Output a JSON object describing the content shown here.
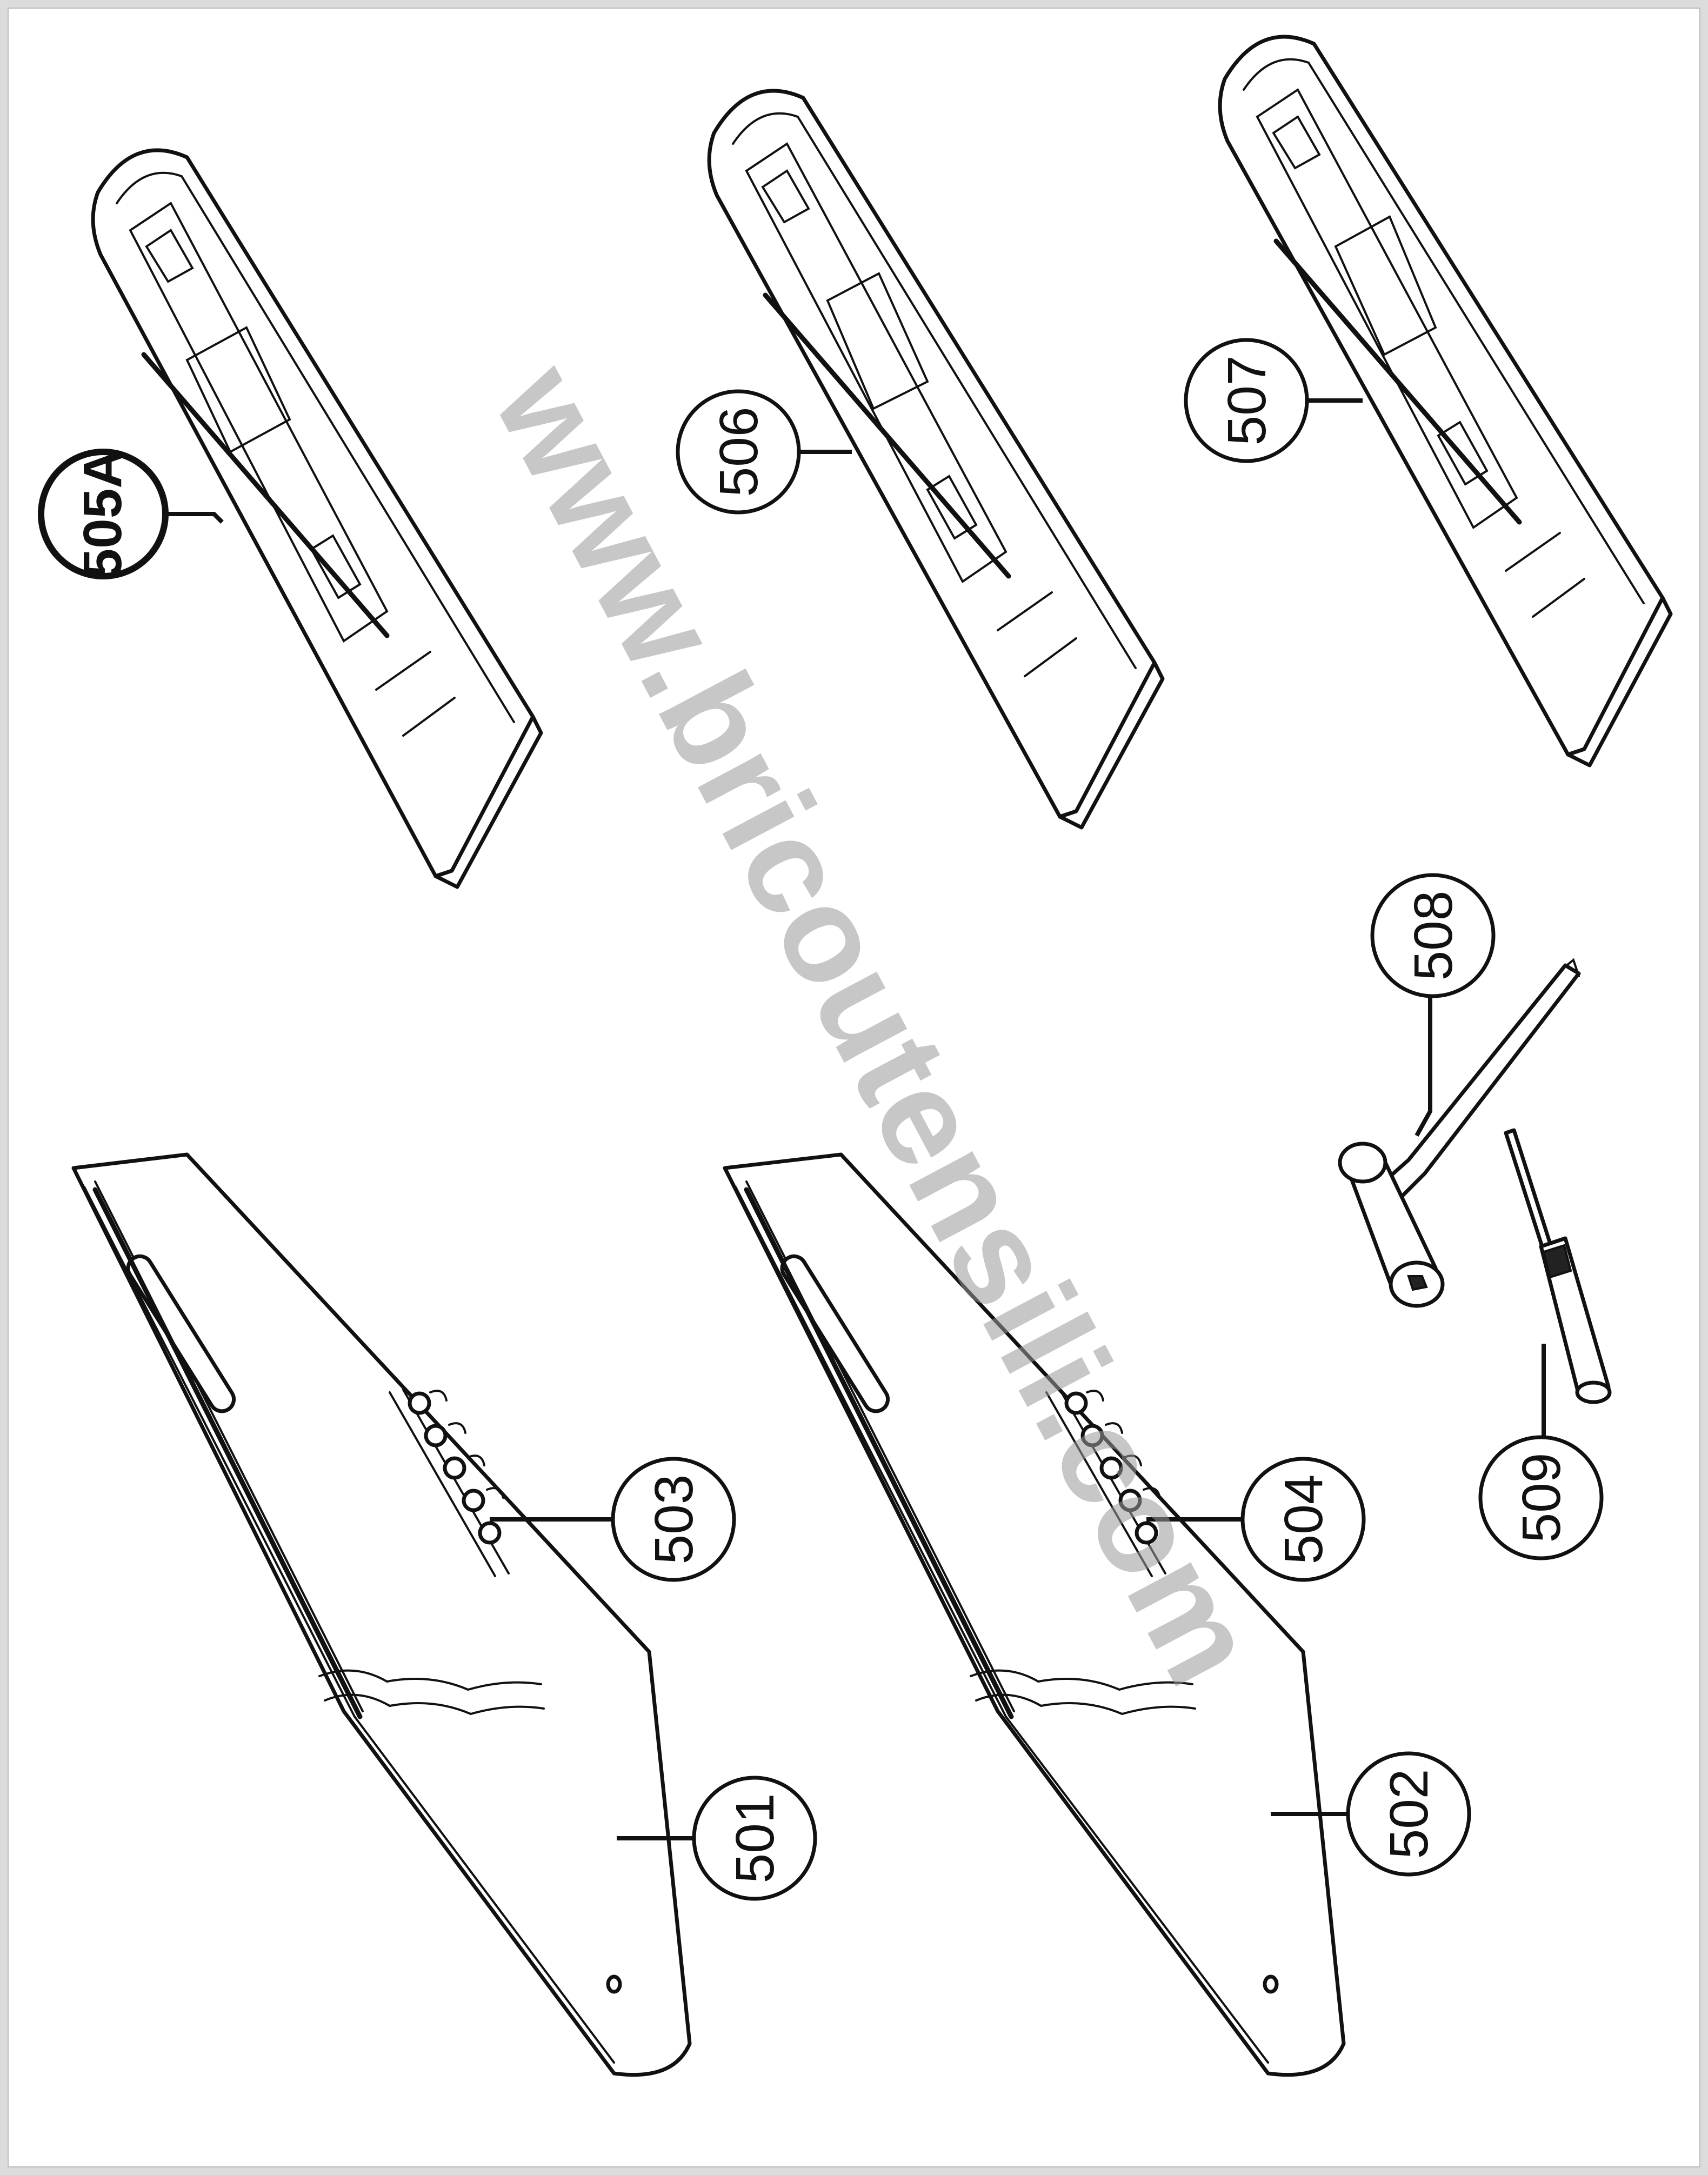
{
  "watermark": "www.bricoutensili.com",
  "callouts": {
    "c501": "501",
    "c502": "502",
    "c503": "503",
    "c504": "504",
    "c505A": "505A",
    "c506": "506",
    "c507": "507",
    "c508": "508",
    "c509": "509"
  }
}
